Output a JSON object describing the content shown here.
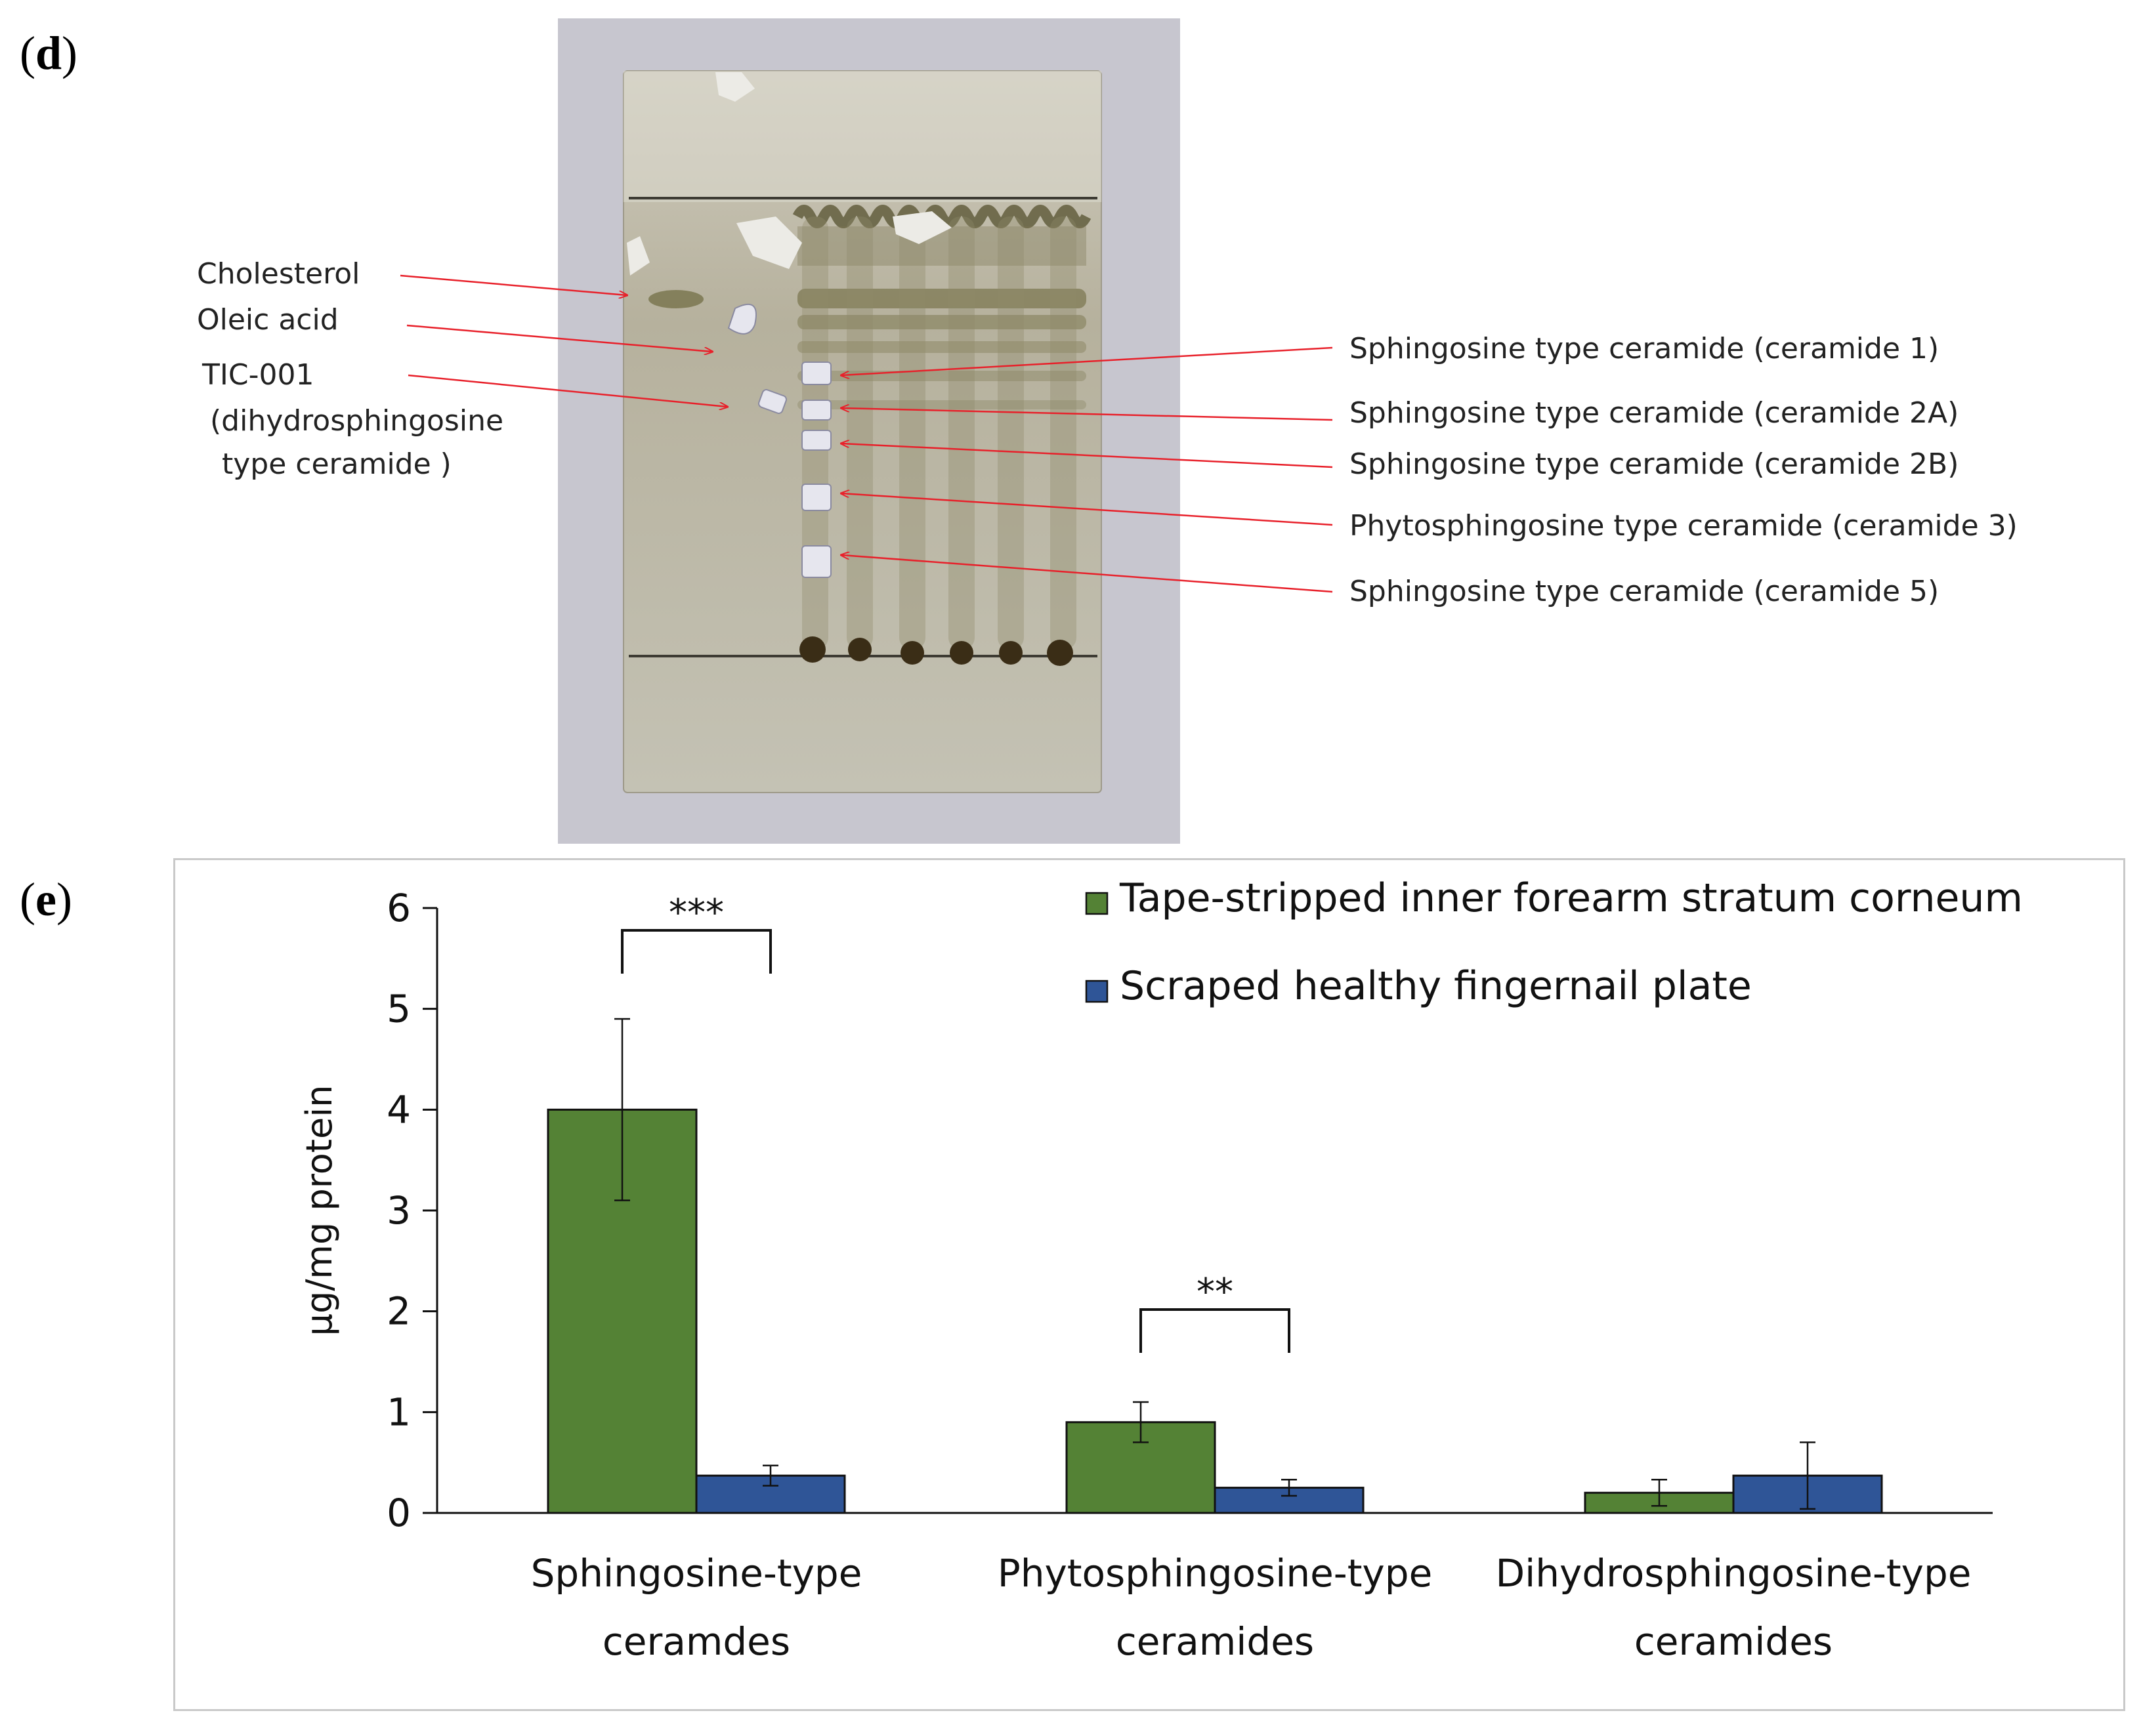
{
  "panel_d": {
    "letter": "d",
    "left_labels": [
      "Cholesterol",
      "Oleic acid",
      "TIC-001",
      "(dihydrosphingosine",
      "type ceramide )"
    ],
    "right_labels": [
      "Sphingosine type ceramide (ceramide 1)",
      "Sphingosine type ceramide  (ceramide 2A)",
      "Sphingosine type ceramide  (ceramide 2B)",
      "Phytosphingosine type ceramide (ceramide 3)",
      "Sphingosine type ceramide  (ceramide 5)"
    ],
    "colors": {
      "plate": "#b8b3a1",
      "background": "#c7c6cf",
      "arrow": "#e8202a",
      "band": "#6e6a3e"
    }
  },
  "panel_e": {
    "letter": "e"
  },
  "chart_data": {
    "type": "bar",
    "title": "",
    "xlabel": "",
    "ylabel": "μg/mg protein",
    "ylim": [
      0,
      6
    ],
    "yticks": [
      "0",
      "1",
      "2",
      "3",
      "4",
      "5",
      "6"
    ],
    "grid": false,
    "legend_position": "top-right",
    "categories": [
      [
        "Sphingosine-type",
        "ceramdes"
      ],
      [
        "Phytosphingosine-type",
        "ceramides"
      ],
      [
        "Dihydrosphingosine-type",
        "ceramides"
      ]
    ],
    "series": [
      {
        "name": "Tape-stripped inner forearm stratum corneum",
        "color": "#548235",
        "values": [
          4.0,
          0.9,
          0.2
        ],
        "errors": [
          0.9,
          0.2,
          0.13
        ]
      },
      {
        "name": "Scraped healthy fingernail plate",
        "color": "#2f5597",
        "values": [
          0.37,
          0.25,
          0.37
        ],
        "errors": [
          0.1,
          0.08,
          0.33
        ]
      }
    ],
    "significance": [
      {
        "category": 0,
        "label": "***"
      },
      {
        "category": 1,
        "label": "**"
      }
    ]
  }
}
